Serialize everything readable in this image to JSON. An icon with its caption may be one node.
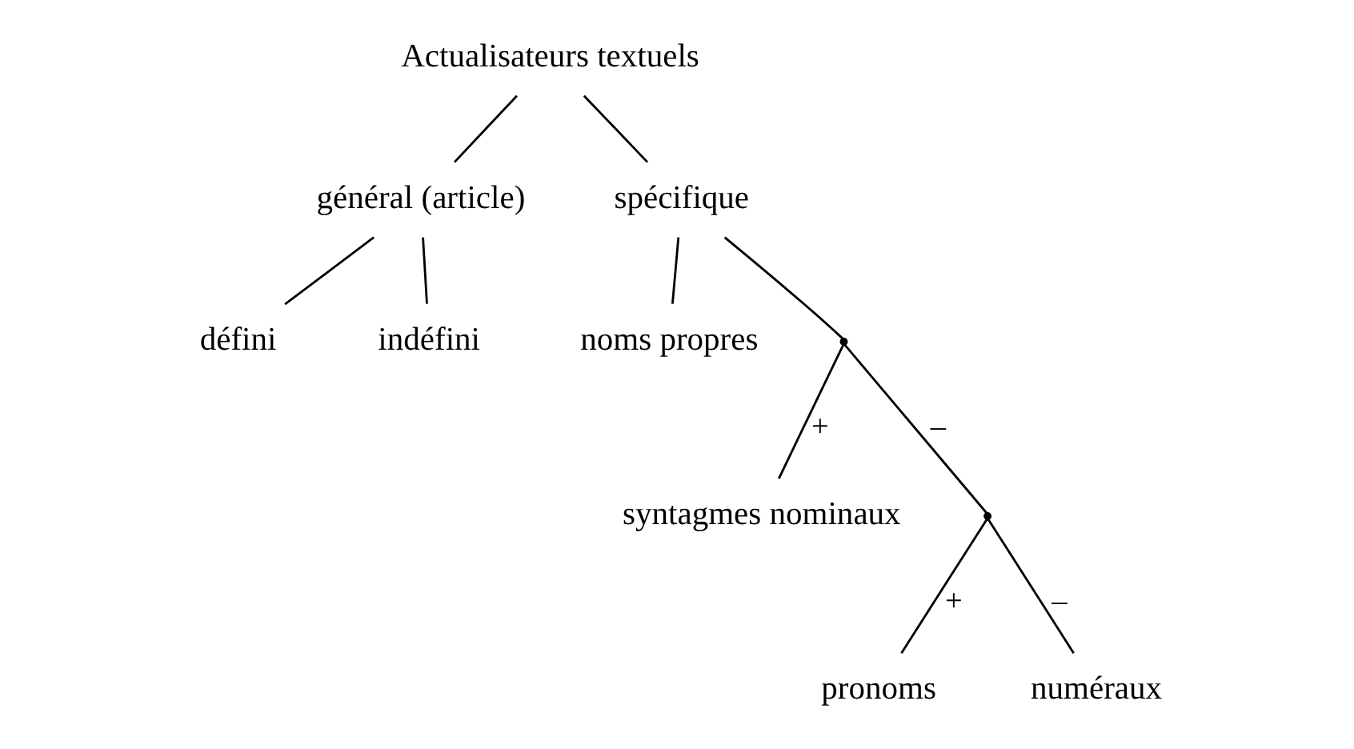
{
  "diagram": {
    "nodes": [
      {
        "text": [
          "Actualisateurs textuels"
        ]
      },
      {
        "text": [
          "général (article)"
        ]
      },
      {
        "text": [
          "spécifique"
        ]
      },
      {
        "text": [
          "défini"
        ]
      },
      {
        "text": [
          "indéfini"
        ]
      },
      {
        "text": [
          "noms propres"
        ]
      },
      {
        "text": [],
        "shape": "point"
      },
      {
        "text": [
          "syntagmes nominaux"
        ]
      },
      {
        "text": [],
        "shape": "point"
      },
      {
        "text": [
          "pronoms"
        ]
      },
      {
        "text": [
          "numéraux"
        ]
      }
    ],
    "edges": [
      {
        "from": 0,
        "to": 1,
        "arrow": "none"
      },
      {
        "from": 0,
        "to": 2,
        "arrow": "none"
      },
      {
        "from": 1,
        "to": 3,
        "arrow": "none"
      },
      {
        "from": 1,
        "to": 4,
        "arrow": "none"
      },
      {
        "from": 2,
        "to": 5,
        "arrow": "none"
      },
      {
        "from": 2,
        "to": 6,
        "arrow": "none"
      },
      {
        "from": 6,
        "to": 7,
        "label": "+",
        "arrow": "none"
      },
      {
        "from": 6,
        "to": 8,
        "label": "–",
        "arrow": "none"
      },
      {
        "from": 8,
        "to": 9,
        "label": "+",
        "arrow": "none"
      },
      {
        "from": 8,
        "to": 10,
        "label": "–",
        "arrow": "none"
      }
    ]
  }
}
